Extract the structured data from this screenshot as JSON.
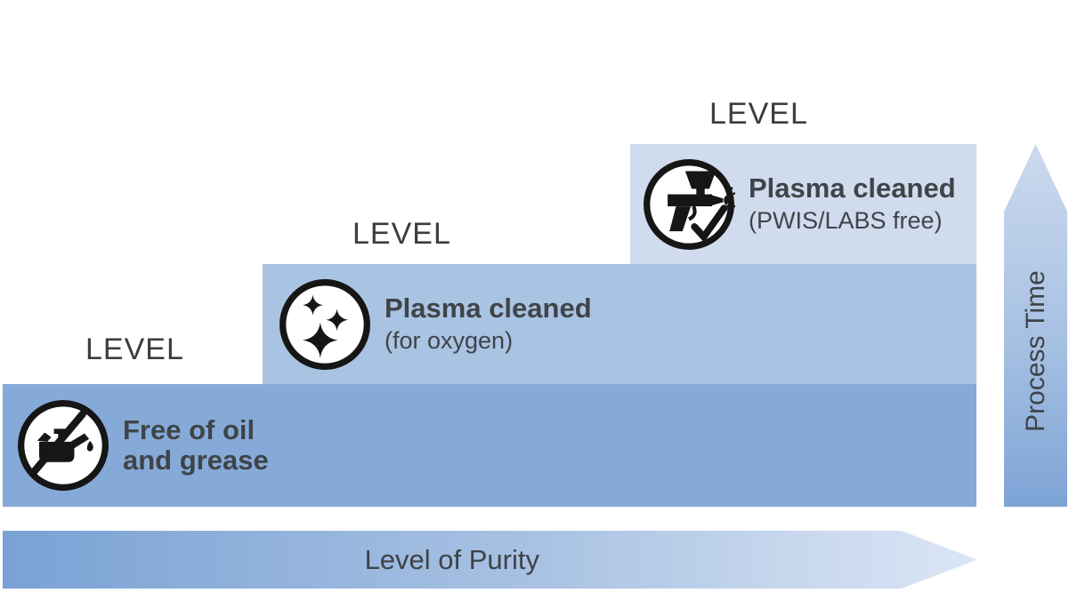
{
  "diagram": {
    "levels": [
      {
        "label": "LEVEL",
        "title": "Free of oil and grease",
        "subtitle": "",
        "icon": "no-oil-icon",
        "color": "#86aad8"
      },
      {
        "label": "LEVEL",
        "title": "Plasma cleaned",
        "subtitle": "(for oxygen)",
        "icon": "sparkles-icon",
        "color": "#a9c3e3"
      },
      {
        "label": "LEVEL",
        "title": "Plasma cleaned",
        "subtitle": "(PWIS/LABS free)",
        "icon": "spray-gun-icon",
        "color": "#d0dcee"
      }
    ],
    "x_axis": {
      "label": "Level of Purity"
    },
    "y_axis": {
      "label": "Process Time"
    },
    "colors": {
      "level1_box": "#86aad8",
      "level2_box": "#a9c3e3",
      "level3_box": "#d0dcee",
      "arrow_gradient_dark": "#7aa2d5",
      "arrow_gradient_light": "#dce6f5",
      "text_dark": "#3f4448",
      "label_gray": "#3d3d3d",
      "icon_black": "#161616"
    }
  }
}
